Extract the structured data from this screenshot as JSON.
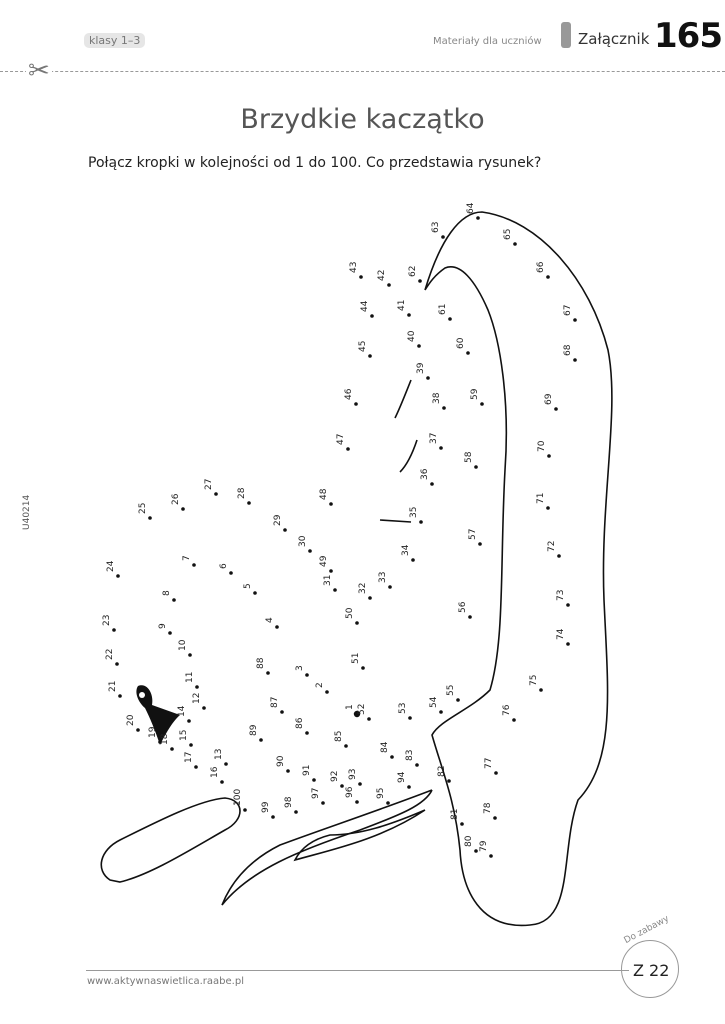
{
  "header": {
    "grade_badge": "klasy 1–3",
    "materials": "Materiały dla uczniów",
    "attachment_label": "Załącznik",
    "attachment_number": "165",
    "side_code": "U40214"
  },
  "title": "Brzydkie kaczątko",
  "instruction": "Połącz kropki w kolejności od 1 do 100. Co przedstawia rysunek?",
  "puzzle": {
    "dot_labels": [
      "1",
      "2",
      "3",
      "4",
      "5",
      "6",
      "7",
      "8",
      "9",
      "10",
      "11",
      "12",
      "13",
      "14",
      "15",
      "16",
      "17",
      "18",
      "19",
      "20",
      "21",
      "22",
      "23",
      "24",
      "25",
      "26",
      "27",
      "28",
      "29",
      "30",
      "31",
      "32",
      "33",
      "34",
      "35",
      "36",
      "37",
      "38",
      "39",
      "40",
      "41",
      "42",
      "43",
      "44",
      "45",
      "46",
      "47",
      "48",
      "49",
      "50",
      "51",
      "52",
      "53",
      "54",
      "55",
      "56",
      "57",
      "58",
      "59",
      "60",
      "61",
      "62",
      "63",
      "64",
      "65",
      "66",
      "67",
      "68",
      "69",
      "70",
      "71",
      "72",
      "73",
      "74",
      "75",
      "76",
      "77",
      "78",
      "79",
      "80",
      "81",
      "82",
      "83",
      "84",
      "85",
      "86",
      "87",
      "88",
      "89",
      "90",
      "91",
      "92",
      "93",
      "94",
      "95",
      "96",
      "97",
      "98",
      "99",
      "100"
    ]
  },
  "footer": {
    "url": "www.aktywnaswietlica.raabe.pl",
    "category": "Do zabawy",
    "code": "Z 22"
  }
}
